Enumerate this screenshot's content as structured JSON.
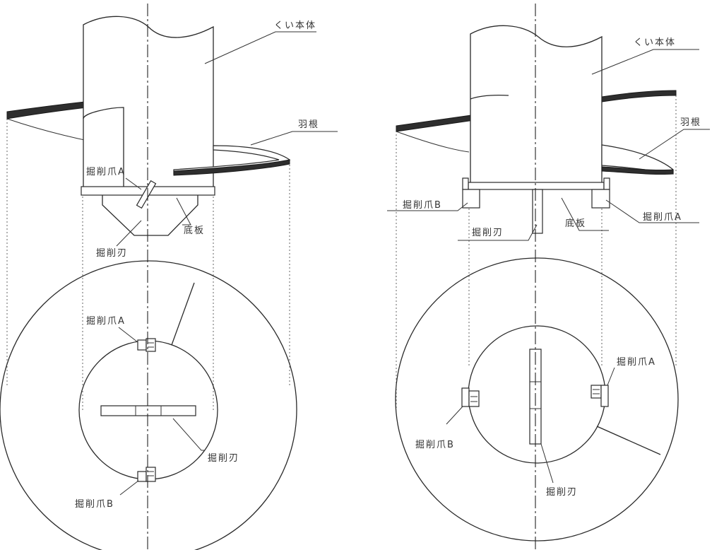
{
  "figures": [
    {
      "pile_body": "くい本体",
      "blade": "羽根",
      "claw_a_side": "掘削爪A",
      "bottom_plate": "底板",
      "cutting_edge_side": "掘削刃",
      "claw_a_plan": "掘削爪A",
      "cutting_edge_plan": "掘削刃",
      "claw_b_plan": "掘削爪B"
    },
    {
      "pile_body": "くい本体",
      "blade": "羽根",
      "claw_b_side": "掘削爪B",
      "claw_a_side": "掘削爪A",
      "cutting_edge_side": "掘削刃",
      "bottom_plate": "底板",
      "claw_a_plan": "掘削爪A",
      "claw_b_plan": "掘削爪B",
      "cutting_edge_plan": "掘削刃"
    }
  ]
}
